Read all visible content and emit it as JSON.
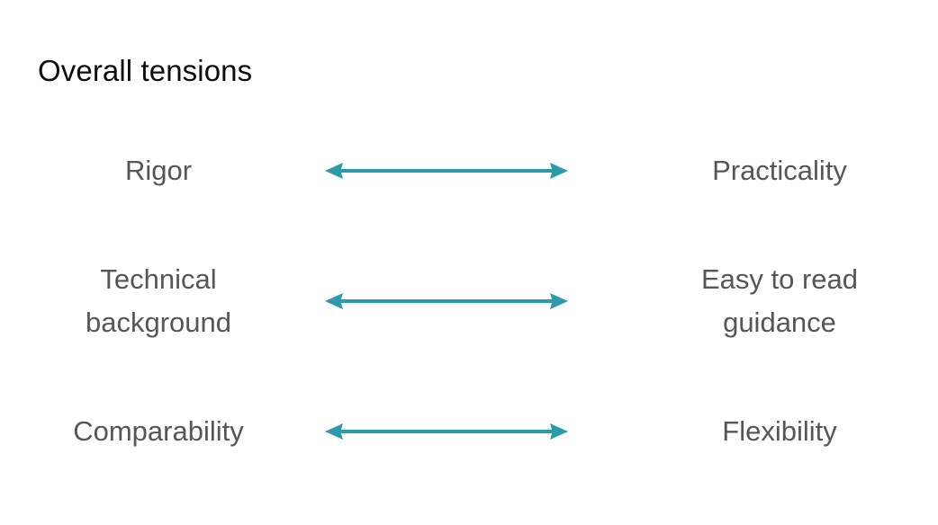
{
  "slide": {
    "title": "Overall tensions",
    "title_color": "#0d0d0d",
    "background_color": "#ffffff",
    "label_color": "#565656",
    "arrow_color": "#2d9aab"
  },
  "tensions": [
    {
      "left": {
        "lines": [
          "Rigor"
        ]
      },
      "arrow": {
        "name": "double-headed-arrow",
        "direction": "both"
      },
      "right": {
        "lines": [
          "Practicality"
        ]
      }
    },
    {
      "left": {
        "lines": [
          "Technical",
          "background"
        ]
      },
      "arrow": {
        "name": "double-headed-arrow",
        "direction": "both"
      },
      "right": {
        "lines": [
          "Easy to read",
          "guidance"
        ]
      }
    },
    {
      "left": {
        "lines": [
          "Comparability"
        ]
      },
      "arrow": {
        "name": "double-headed-arrow",
        "direction": "both"
      },
      "right": {
        "lines": [
          "Flexibility"
        ]
      }
    }
  ]
}
